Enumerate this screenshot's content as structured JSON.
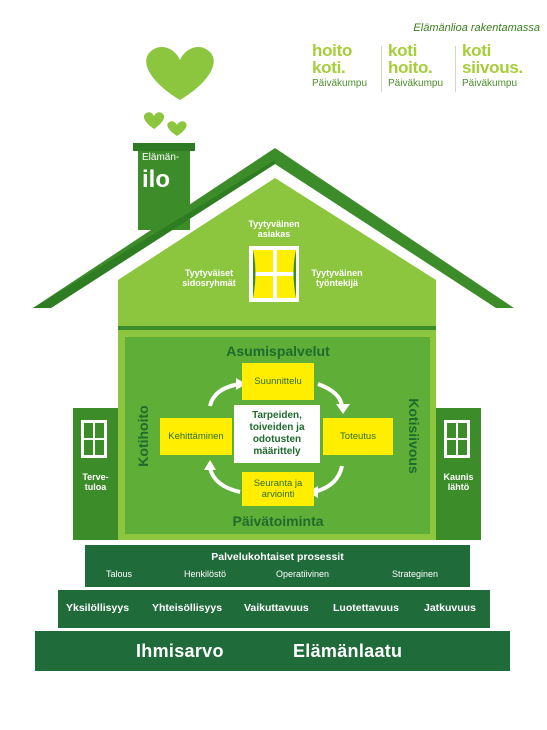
{
  "header": {
    "slogan": "Elämänlioa rakentamassa",
    "brands": [
      {
        "line1": "hoito",
        "line2": "koti.",
        "sub": "Päiväkumpu"
      },
      {
        "line1": "koti",
        "line2": "hoito.",
        "sub": "Päiväkumpu"
      },
      {
        "line1": "koti",
        "line2": "siivous.",
        "sub": "Päiväkumpu"
      }
    ]
  },
  "chimney": {
    "small": "Elämän-",
    "big": "ilo"
  },
  "attic": {
    "top": "Tyytyväinen asiakas",
    "left": "Tyytyväiset sidosryhmät",
    "right": "Tyytyväinen työntekijä"
  },
  "house": {
    "top_label": "Asumispalvelut",
    "bottom_label": "Päivätoiminta",
    "left_label": "Kotihoito",
    "right_label": "Kotisiivous",
    "center": "Tarpeiden, toiveiden ja odotusten määrittely",
    "cycle": {
      "top": "Suunnittelu",
      "right": "Toteutus",
      "bottom": "Seuranta ja arviointi",
      "left": "Kehittäminen"
    },
    "left_wing": "Terve-tuloa",
    "right_wing": "Kaunis lähtö"
  },
  "steps": {
    "step1": {
      "title": "Palvelukohtaiset prosessit",
      "items": [
        "Talous",
        "Henkilöstö",
        "Operatiivinen",
        "Strateginen"
      ]
    },
    "step2": {
      "items": [
        "Yksilöllisyys",
        "Yhteisöllisyys",
        "Vaikuttavuus",
        "Luotettavuus",
        "Jatkuvuus"
      ]
    },
    "step3": {
      "items": [
        "Ihmisarvo",
        "Elämänlaatu"
      ]
    }
  },
  "colors": {
    "dark_green": "#1f6b3a",
    "mid_green": "#3d8c2a",
    "light_green": "#8cc63f",
    "inner_green": "#5fae37",
    "yellow": "#ffee00"
  }
}
